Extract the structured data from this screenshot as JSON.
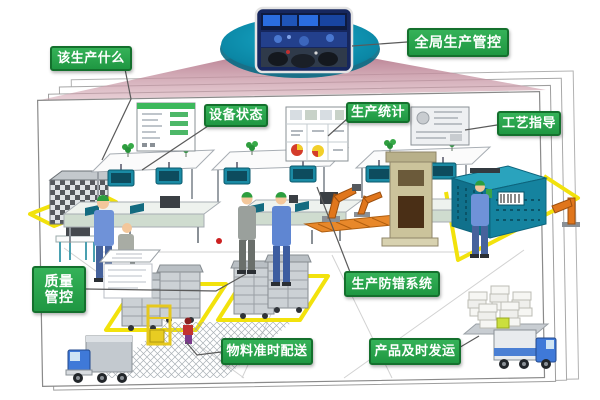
{
  "labels": {
    "what_to_produce": "该生产什么",
    "global_production_control": "全局生产管控",
    "equipment_status": "设备状态",
    "production_statistics": "生产统计",
    "process_guidance": "工艺指导",
    "quality_control": "质量管控",
    "error_proofing_system": "生产防错系统",
    "material_on_time_delivery": "物料准时配送",
    "product_on_time_shipment": "产品及时发运"
  },
  "colors": {
    "label_green": "#28a44c",
    "label_border": "#14702d",
    "platform_teal": "#0b87a5",
    "beam_pink": "#bb7d8f",
    "path_yellow": "#f2e20c",
    "machine_teal": "#15839f",
    "robot_orange": "#e0761c",
    "worker_blue": "#6f92d8",
    "worker_gray": "#9aa09c",
    "truck_cab_blue": "#3f79d8",
    "sheet_border": "#8a8a8a"
  }
}
